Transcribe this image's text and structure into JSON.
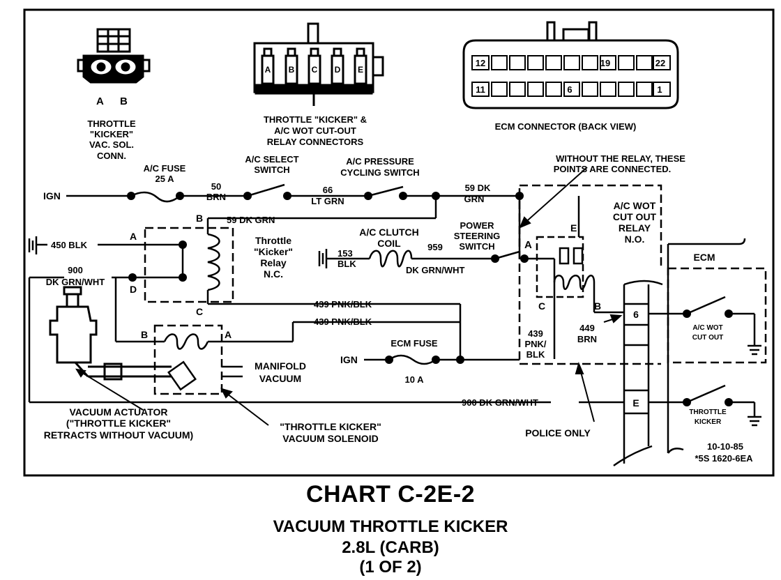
{
  "connectors": {
    "kicker_pins": [
      "A",
      "B"
    ],
    "kicker_label": [
      "THROTTLE",
      "\"KICKER\"",
      "VAC. SOL.",
      "CONN."
    ],
    "relay_pins": [
      "A",
      "B",
      "C",
      "D",
      "E"
    ],
    "relay_label": [
      "THROTTLE \"KICKER\" &",
      "A/C WOT CUT-OUT",
      "RELAY CONNECTORS"
    ],
    "ecm_pins": [
      "12",
      "19",
      "22",
      "11",
      "6",
      "1"
    ],
    "ecm_label": "ECM CONNECTOR (BACK VIEW)"
  },
  "wires": {
    "ign": "IGN",
    "ac_fuse": [
      "A/C FUSE",
      "25 A"
    ],
    "w50": [
      "50",
      "BRN"
    ],
    "ac_select": [
      "A/C SELECT",
      "SWITCH"
    ],
    "w66": [
      "66",
      "LT GRN"
    ],
    "ac_pressure": [
      "A/C PRESSURE",
      "CYCLING SWITCH"
    ],
    "w59_top": [
      "59 DK",
      "GRN"
    ],
    "w59_b": "59 DK GRN",
    "w450": "450 BLK",
    "w900_left": [
      "900",
      "DK GRN/WHT"
    ],
    "ac_clutch": [
      "A/C CLUTCH",
      "COIL"
    ],
    "w153": [
      "153",
      "BLK"
    ],
    "w959": [
      "959",
      "DK GRN/WHT"
    ],
    "power_steering": [
      "POWER",
      "STEERING",
      "SWITCH"
    ],
    "w439_a": "439 PNK/BLK",
    "w439_b": "439 PNK/BLK",
    "ign2": "IGN",
    "ecm_fuse": [
      "ECM FUSE",
      "10 A"
    ],
    "w439_c": [
      "439",
      "PNK/",
      "BLK"
    ],
    "w449": [
      "449",
      "BRN"
    ],
    "w900_bottom": "900 DK GRN/WHT",
    "manifold": [
      "MANIFOLD",
      "VACUUM"
    ]
  },
  "relays": {
    "kicker_relay": [
      "Throttle",
      "\"Kicker\"",
      "Relay",
      "N.C."
    ],
    "wot_relay": [
      "A/C WOT",
      "CUT OUT",
      "RELAY",
      "N.O."
    ],
    "without_relay": [
      "WITHOUT THE RELAY, THESE",
      "POINTS ARE CONNECTED."
    ]
  },
  "ecm": {
    "label": "ECM",
    "pin6": "6",
    "pinE": "E",
    "ac_wot": [
      "A/C WOT",
      "CUT OUT"
    ],
    "throttle_kicker": [
      "THROTTLE",
      "KICKER"
    ]
  },
  "pin_labels": {
    "A": "A",
    "B": "B",
    "C": "C",
    "D": "D",
    "E": "E"
  },
  "callouts": {
    "vacuum_actuator": [
      "VACUUM ACTUATOR",
      "(\"THROTTLE KICKER\"",
      "RETRACTS WITHOUT  VACUUM)"
    ],
    "vacuum_solenoid": [
      "\"THROTTLE KICKER\"",
      "VACUUM SOLENOID"
    ],
    "police_only": "POLICE ONLY",
    "date": "10-10-85",
    "ref": "*5S 1620-6EA"
  },
  "titles": {
    "chart": "CHART C-2E-2",
    "sub1": "VACUUM THROTTLE KICKER",
    "sub2": "2.8L  (CARB)",
    "sub3": "(1 OF 2)"
  }
}
